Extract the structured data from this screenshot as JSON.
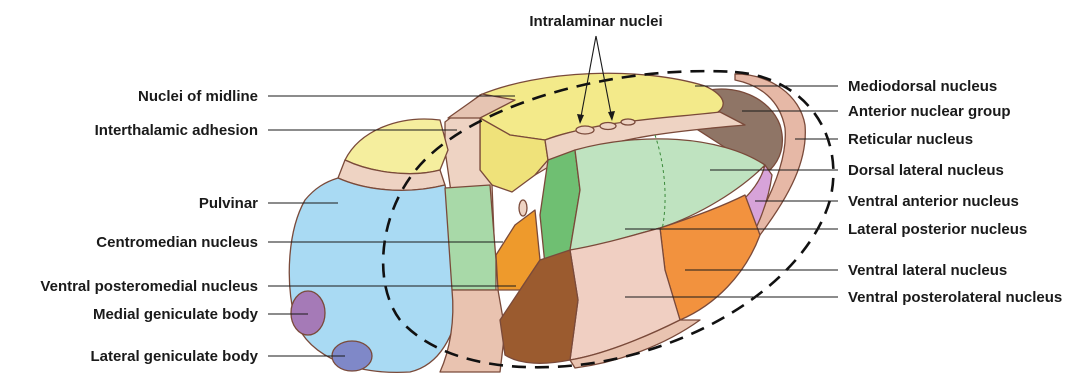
{
  "labels": {
    "intralaminar": "Intralaminar nuclei",
    "midline": "Nuclei of midline",
    "adhesion": "Interthalamic adhesion",
    "pulvinar": "Pulvinar",
    "centromedian": "Centromedian nucleus",
    "vpm": "Ventral posteromedial nucleus",
    "mgb": "Medial geniculate body",
    "lgb": "Lateral geniculate body",
    "mediodorsal": "Mediodorsal nucleus",
    "anterior": "Anterior nuclear group",
    "reticular": "Reticular nucleus",
    "dorsal_lateral": "Dorsal lateral nucleus",
    "ventral_anterior": "Ventral anterior nucleus",
    "lateral_posterior": "Lateral posterior nucleus",
    "ventral_lateral": "Ventral lateral nucleus",
    "vpl": "Ventral posterolateral nucleus"
  },
  "colors": {
    "pulvinar": "#a9daf3",
    "mediodorsal": "#f3ea8a",
    "midline": "#eed3c3",
    "anterior": "#8f7566",
    "reticular": "#e6b8a6",
    "dorsal_lateral": "#bfe3c0",
    "ventral_anterior": "#d7a3d9",
    "ventral_lateral": "#f2923e",
    "vpl": "#f0cfc2",
    "vpm": "#ee9a2c",
    "brown": "#9b5b2f",
    "mgb": "#a57ab7",
    "lgb": "#7f88c8"
  }
}
